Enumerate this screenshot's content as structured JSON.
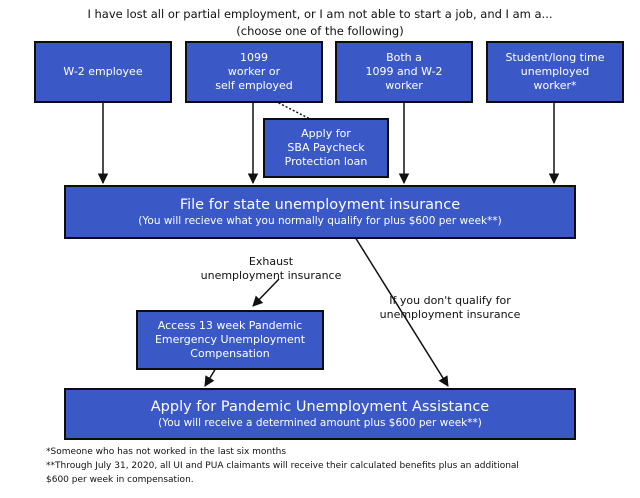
{
  "header": {
    "line1": "I have lost all or partial employment, or I am not able to start a job, and I am a...",
    "line2": "(choose one of the following)"
  },
  "options": [
    {
      "lines": [
        "W-2 employee"
      ]
    },
    {
      "lines": [
        "1099",
        "worker or",
        "self employed"
      ]
    },
    {
      "lines": [
        "Both a",
        "1099 and W-2",
        "worker"
      ]
    },
    {
      "lines": [
        "Student/long time",
        "unemployed",
        "worker*"
      ]
    }
  ],
  "sba": {
    "lines": [
      "Apply for",
      "SBA Paycheck",
      "Protection loan"
    ]
  },
  "state": {
    "title": "File for state unemployment insurance",
    "subtitle": "(You will recieve what you normally qualify for plus $600 per week**)"
  },
  "exhaust_label": [
    "Exhaust",
    "unemployment insurance"
  ],
  "not_qualify_label": [
    "If you don't qualify for",
    "unemployment insurance"
  ],
  "peuc": {
    "lines": [
      "Access 13 week Pandemic",
      "Emergency Unemployment",
      "Compensation"
    ]
  },
  "pua": {
    "title": "Apply for Pandemic Unemployment Assistance",
    "subtitle": "(You will receive a determined amount plus $600 per week**)"
  },
  "footnotes": [
    "*Someone who has not worked in the last six months",
    "**Through July 31, 2020, all UI and PUA claimants will receive their calculated benefits plus an additional",
    "$600 per week in compensation."
  ],
  "colors": {
    "box_fill": "#3a59c6",
    "box_border": "#0d0d0d",
    "arrow": "#111111"
  }
}
